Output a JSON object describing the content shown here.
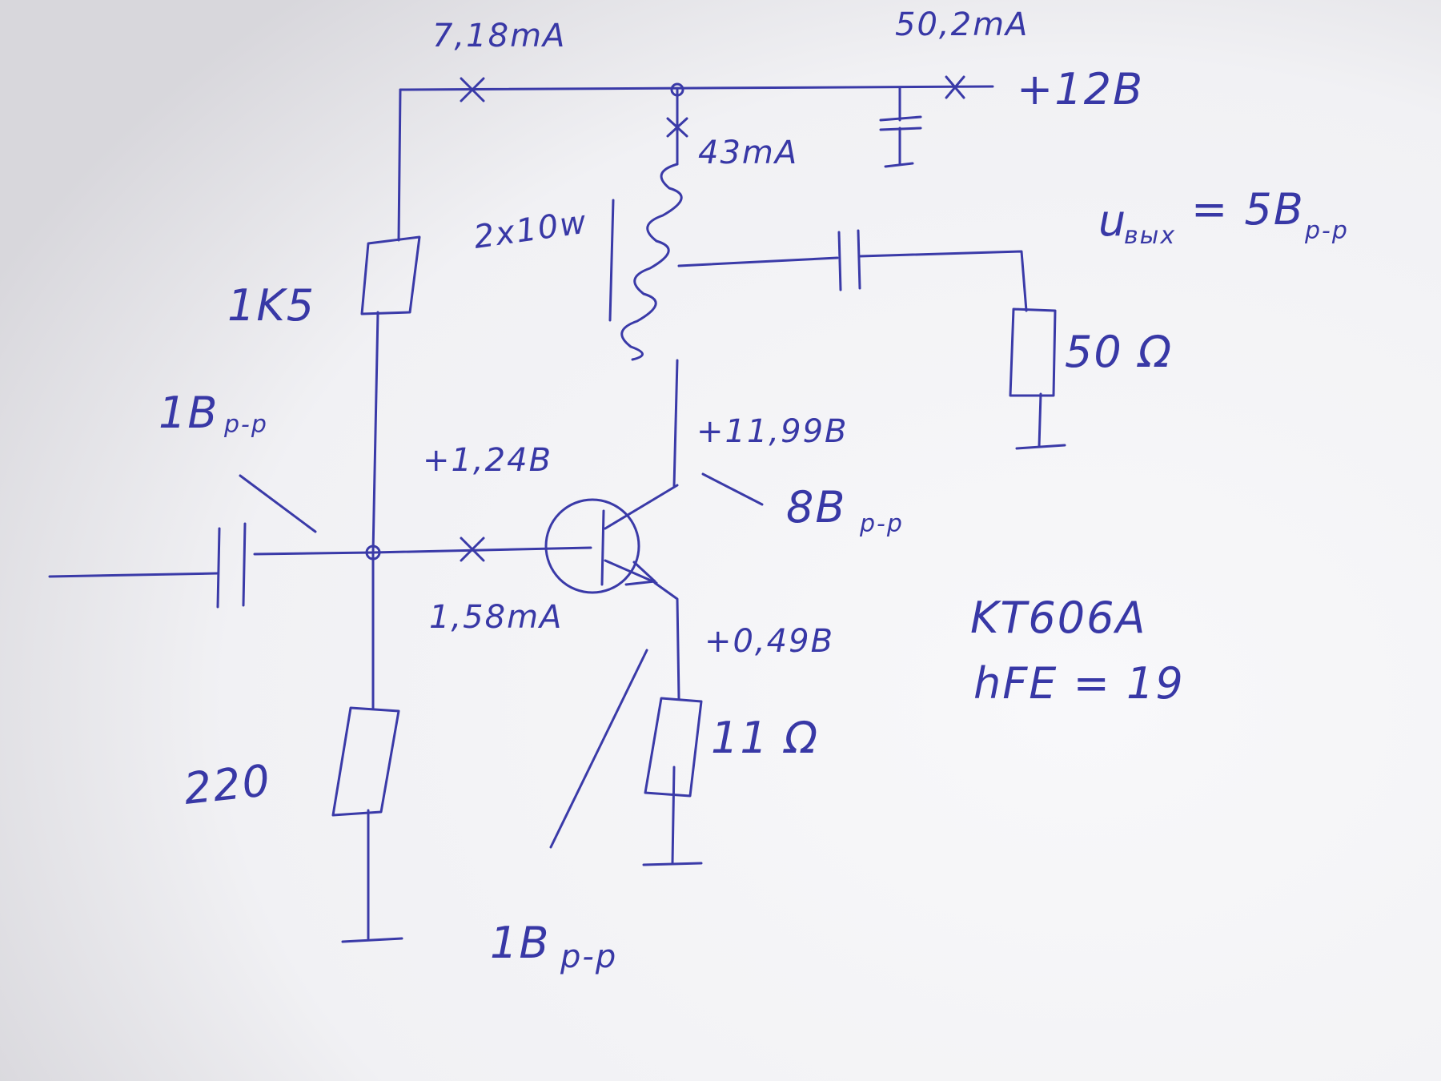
{
  "colors": {
    "paper": "#f6f6f8",
    "ink": "#3a3aa8"
  },
  "labels": {
    "i_bias": "7,18mA",
    "i_total": "50,2mA",
    "supply": "+12B",
    "i_collector": "43mA",
    "inductor": "2x10w",
    "u_out_prefix": "u",
    "u_out_sub": "вых",
    "u_out_value": "= 5B",
    "u_out_unit": "p-p",
    "r_top": "1K5",
    "r_load": "50 Ω",
    "v_in_top": "1B",
    "v_in_top_unit": "p-p",
    "v_base": "+1,24B",
    "v_collector": "+11,99B",
    "v_collector_pp": "8B",
    "v_collector_pp_unit": "p-p",
    "i_base": "1,58mA",
    "v_emitter": "+0,49B",
    "transistor": "KT606A",
    "hfe": "hFE = 19",
    "r_bottom": "220",
    "r_emitter": "11 Ω",
    "v_emitter_pp": "1B",
    "v_emitter_pp_unit": "p-p"
  }
}
